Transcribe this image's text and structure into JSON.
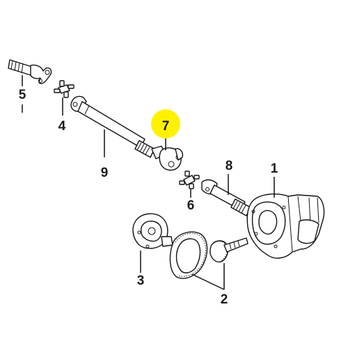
{
  "callouts": [
    {
      "id": "1",
      "label": "1"
    },
    {
      "id": "2",
      "label": "2"
    },
    {
      "id": "3",
      "label": "3"
    },
    {
      "id": "4",
      "label": "4"
    },
    {
      "id": "5",
      "label": "5"
    },
    {
      "id": "6",
      "label": "6"
    },
    {
      "id": "7",
      "label": "7"
    },
    {
      "id": "8",
      "label": "8"
    },
    {
      "id": "9",
      "label": "9"
    }
  ],
  "highlight": {
    "callout": "7",
    "color": "#fff200"
  },
  "colors": {
    "ink": "#111111",
    "background": "#ffffff"
  }
}
